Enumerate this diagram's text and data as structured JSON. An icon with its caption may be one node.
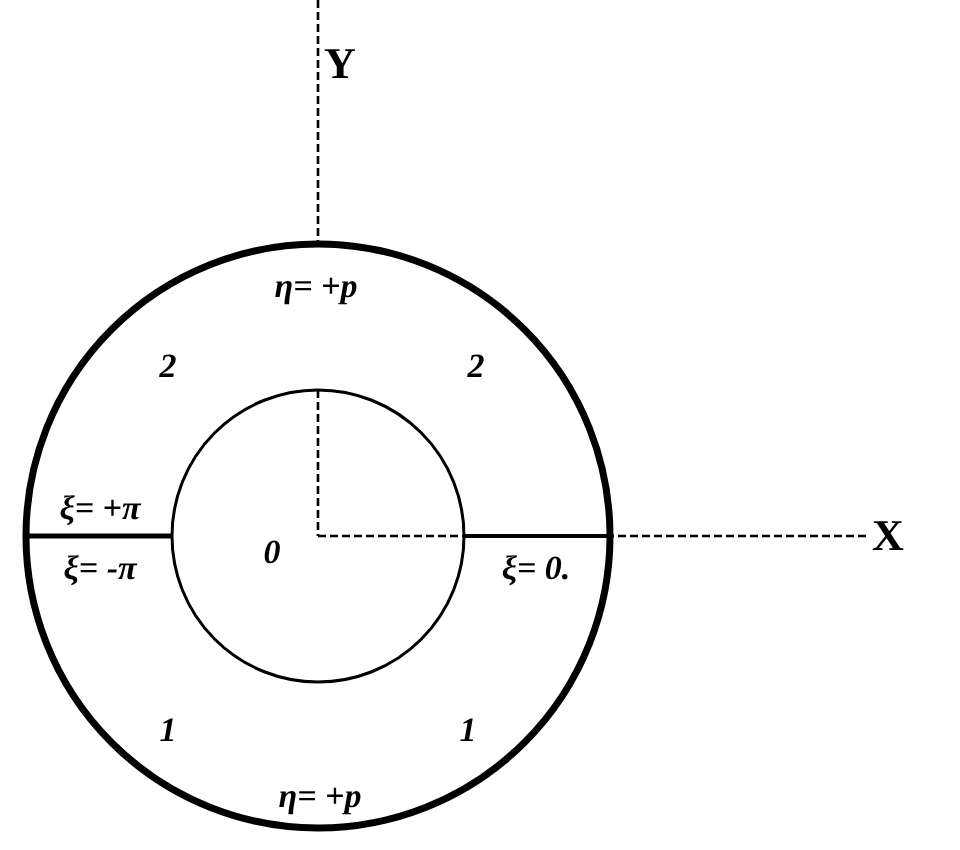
{
  "diagram": {
    "labels": [
      "Y",
      "η= +p",
      "2",
      "2",
      "ξ= +π",
      "0",
      "X",
      "ξ= -π",
      "ξ= 0.",
      "1",
      "1",
      "η= +p"
    ]
  }
}
